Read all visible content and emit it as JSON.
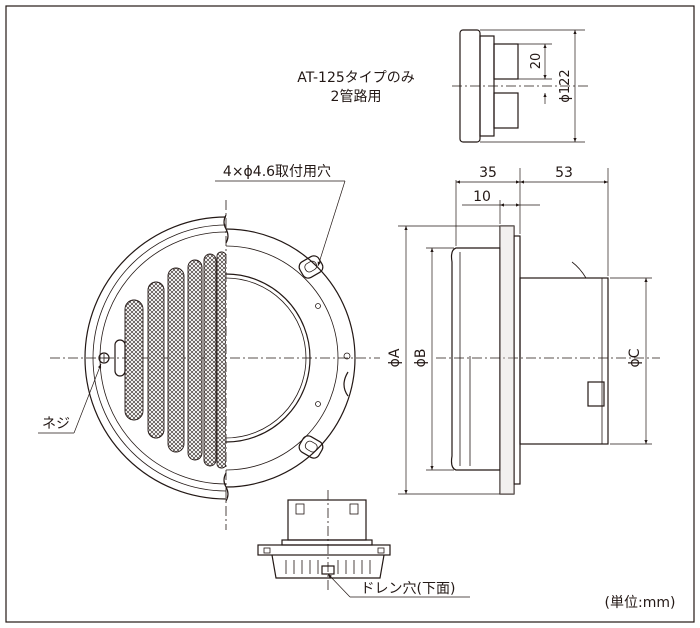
{
  "labels": {
    "model_note_line1": "AT-125タイプのみ",
    "model_note_line2": "2管路用",
    "mounting_holes": "4×ϕ4.6取付用穴",
    "screw": "ネジ",
    "drain_hole": "ドレン穴(下面)",
    "unit": "(単位:mm)"
  },
  "dimensions": {
    "top_dim_20": "20",
    "top_dim_phi122": "ϕ122",
    "dim_35": "35",
    "dim_53": "53",
    "dim_10": "10",
    "phi_a": "ϕA",
    "phi_b": "ϕB",
    "phi_c": "ϕC"
  }
}
